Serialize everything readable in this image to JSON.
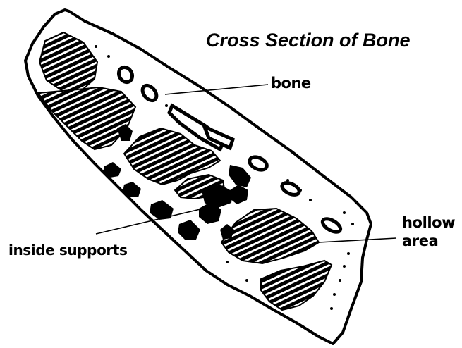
{
  "title": "Cross Section of Bone",
  "labels": {
    "bone": "bone",
    "inside_supports": "inside supports",
    "hollow_line1": "hollow",
    "hollow_line2": "area"
  },
  "colors": {
    "ink": "#000000",
    "background": "#ffffff"
  }
}
